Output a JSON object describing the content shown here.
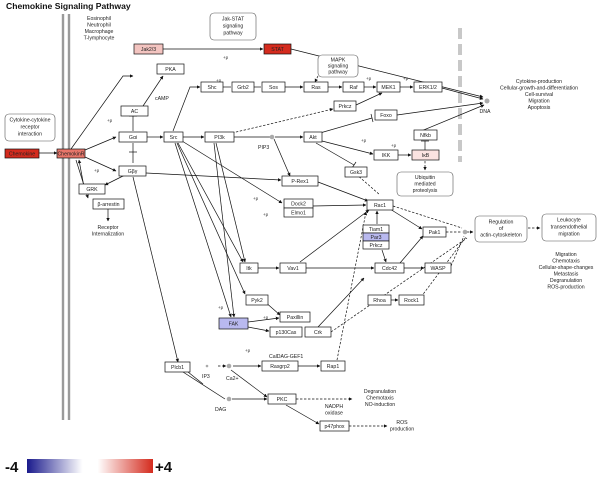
{
  "title": "Chemokine Signaling Pathway",
  "colors": {
    "node_default": "#ffffff",
    "strong_red": "#d42b1e",
    "medium_red": "#e8766a",
    "light_red": "#f3c4c0",
    "faint_red": "#fbe3e1",
    "light_blue": "#b9b9ef",
    "legend_negative": "#1a1a8c",
    "legend_positive": "#d42b1e"
  },
  "nodes": {
    "chemokine": {
      "label": "Chemokine",
      "fill": "strong_red"
    },
    "chemokinr": {
      "label": "ChemokinR",
      "fill": "medium_red"
    },
    "jak23": {
      "label": "Jak2/3",
      "fill": "light_red"
    },
    "stat": {
      "label": "STAT",
      "fill": "strong_red"
    },
    "pka": {
      "label": "PKA"
    },
    "ac": {
      "label": "AC"
    },
    "gai": {
      "label": "Gαi"
    },
    "gby": {
      "label": "Gβγ"
    },
    "grk": {
      "label": "GRK"
    },
    "barrestin": {
      "label": "β-arrestin"
    },
    "shc": {
      "label": "Shc"
    },
    "grb2": {
      "label": "Grb2"
    },
    "sos": {
      "label": "Sos"
    },
    "ras": {
      "label": "Ras"
    },
    "raf": {
      "label": "Raf"
    },
    "mek1": {
      "label": "MEK1"
    },
    "erk12": {
      "label": "ERK1/2"
    },
    "src": {
      "label": "Src"
    },
    "pi3k": {
      "label": "PI3k"
    },
    "prkcz_a": {
      "label": "Prkcz"
    },
    "akt": {
      "label": "Akt"
    },
    "foxo": {
      "label": "Foxo"
    },
    "nfkb": {
      "label": "Nfkb"
    },
    "ikk": {
      "label": "IKK"
    },
    "ikb": {
      "label": "IκB",
      "fill": "faint_red"
    },
    "gsk3": {
      "label": "Gsk3"
    },
    "prex1": {
      "label": "P-Rex1"
    },
    "dock2": {
      "label": "Dock2"
    },
    "elmo1": {
      "label": "Elmo1"
    },
    "rac1": {
      "label": "Rac1"
    },
    "tiam1": {
      "label": "Tiam1"
    },
    "par3": {
      "label": "Par3",
      "fill": "light_blue"
    },
    "prkcz_b": {
      "label": "Prkcz"
    },
    "pak1": {
      "label": "Pak1"
    },
    "itk": {
      "label": "Itk"
    },
    "vav1": {
      "label": "Vav1"
    },
    "cdc42": {
      "label": "Cdc42"
    },
    "wasp": {
      "label": "WASP"
    },
    "rhoa": {
      "label": "Rhoa"
    },
    "rock1": {
      "label": "Rock1"
    },
    "pyk2": {
      "label": "Pyk2"
    },
    "paxillin": {
      "label": "Paxillin"
    },
    "fak": {
      "label": "FAK",
      "fill": "light_blue"
    },
    "p130cas": {
      "label": "p130Cas"
    },
    "crk": {
      "label": "Crk"
    },
    "plcb1": {
      "label": "Plcb1"
    },
    "rasgrp2": {
      "label": "Rasgrp2"
    },
    "rap1": {
      "label": "Rap1"
    },
    "pkc": {
      "label": "PKC"
    },
    "p47phox": {
      "label": "p47phox"
    }
  },
  "pathway_boxes": {
    "cytokine": {
      "lines": [
        "Cytokine-cytokine",
        "receptor",
        "interaction"
      ]
    },
    "jakstat": {
      "lines": [
        "Jak-STAT",
        "signaling",
        "pathway"
      ]
    },
    "mapk": {
      "lines": [
        "MAPK",
        "signaling",
        "pathway"
      ]
    },
    "ubiq": {
      "lines": [
        "Ubiquitin",
        "mediated",
        "proteolysis"
      ]
    },
    "regulation": {
      "lines": [
        "Regulation",
        "of",
        "actin-cytoskeleton"
      ]
    },
    "leukocyte": {
      "lines": [
        "Leukocyte",
        "transendothelial",
        "migration"
      ]
    }
  },
  "labels": {
    "cells": {
      "lines": [
        "Eosinophil",
        "Neutrophil",
        "Macrophage",
        "T-lymphocyte"
      ]
    },
    "camp": {
      "lines": [
        "cAMP"
      ]
    },
    "pip3": {
      "lines": [
        "PIP3"
      ]
    },
    "dna": {
      "lines": [
        "DNA"
      ]
    },
    "receptor_int": {
      "lines": [
        "Receptor",
        "Internalization"
      ]
    },
    "ip3": {
      "lines": [
        "IP3"
      ]
    },
    "ca2": {
      "lines": [
        "Ca2+"
      ]
    },
    "dag": {
      "lines": [
        "DAG"
      ]
    },
    "caldag": {
      "lines": [
        "CalDAG-GEF1"
      ]
    },
    "nadph": {
      "lines": [
        "NADPH",
        "oxidase"
      ]
    },
    "ros": {
      "lines": [
        "ROS",
        "production"
      ]
    },
    "outcomes_nuclear": {
      "lines": [
        "Cytokine-production",
        "Cellular-growth-and-differentiation",
        "Cell-survival",
        "Migration",
        "Apoptosis"
      ]
    },
    "outcomes_migration": {
      "lines": [
        "Migration",
        "Chemotaxis",
        "Cellular-shape-changes",
        "Metastasis",
        "Degranulation",
        "ROS-production"
      ]
    },
    "outcomes_pkc": {
      "lines": [
        "Degranulation",
        "Chemotaxis",
        "NO-induction"
      ]
    }
  },
  "phos_label": "+p",
  "legend": {
    "min": "-4",
    "max": "+4"
  }
}
